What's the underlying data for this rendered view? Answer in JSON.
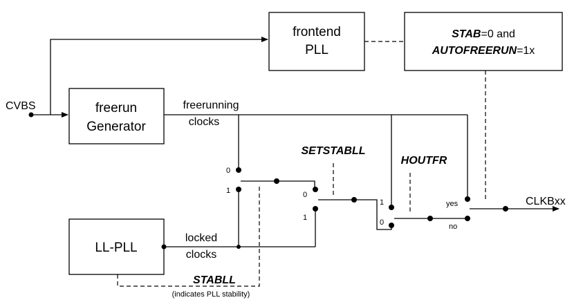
{
  "blocks": {
    "frontend_pll": [
      "frontend",
      "PLL"
    ],
    "freerun_generator": [
      "freerun",
      "Generator"
    ],
    "ll_pll": "LL-PLL"
  },
  "condition_box": {
    "line1_bold": "STAB",
    "line1_rest": "=0 and",
    "line2_bold": "AUTOFREERUN",
    "line2_rest": "=1x"
  },
  "signals": {
    "input": "CVBS",
    "output": "CLKBxx",
    "freerunning": [
      "freerunning",
      "clocks"
    ],
    "locked": [
      "locked",
      "clocks"
    ]
  },
  "controls": {
    "setstabll": "SETSTABLL",
    "houtfr": "HOUTFR",
    "stabll": "STABLL",
    "stabll_note": "(indicates PLL stability)"
  },
  "switch_labels": {
    "sw1_top": "0",
    "sw1_bottom": "1",
    "sw2_top": "0",
    "sw2_bottom": "1",
    "sw3_top": "1",
    "sw3_bottom": "0",
    "sw4_top": "yes",
    "sw4_bottom": "no"
  }
}
